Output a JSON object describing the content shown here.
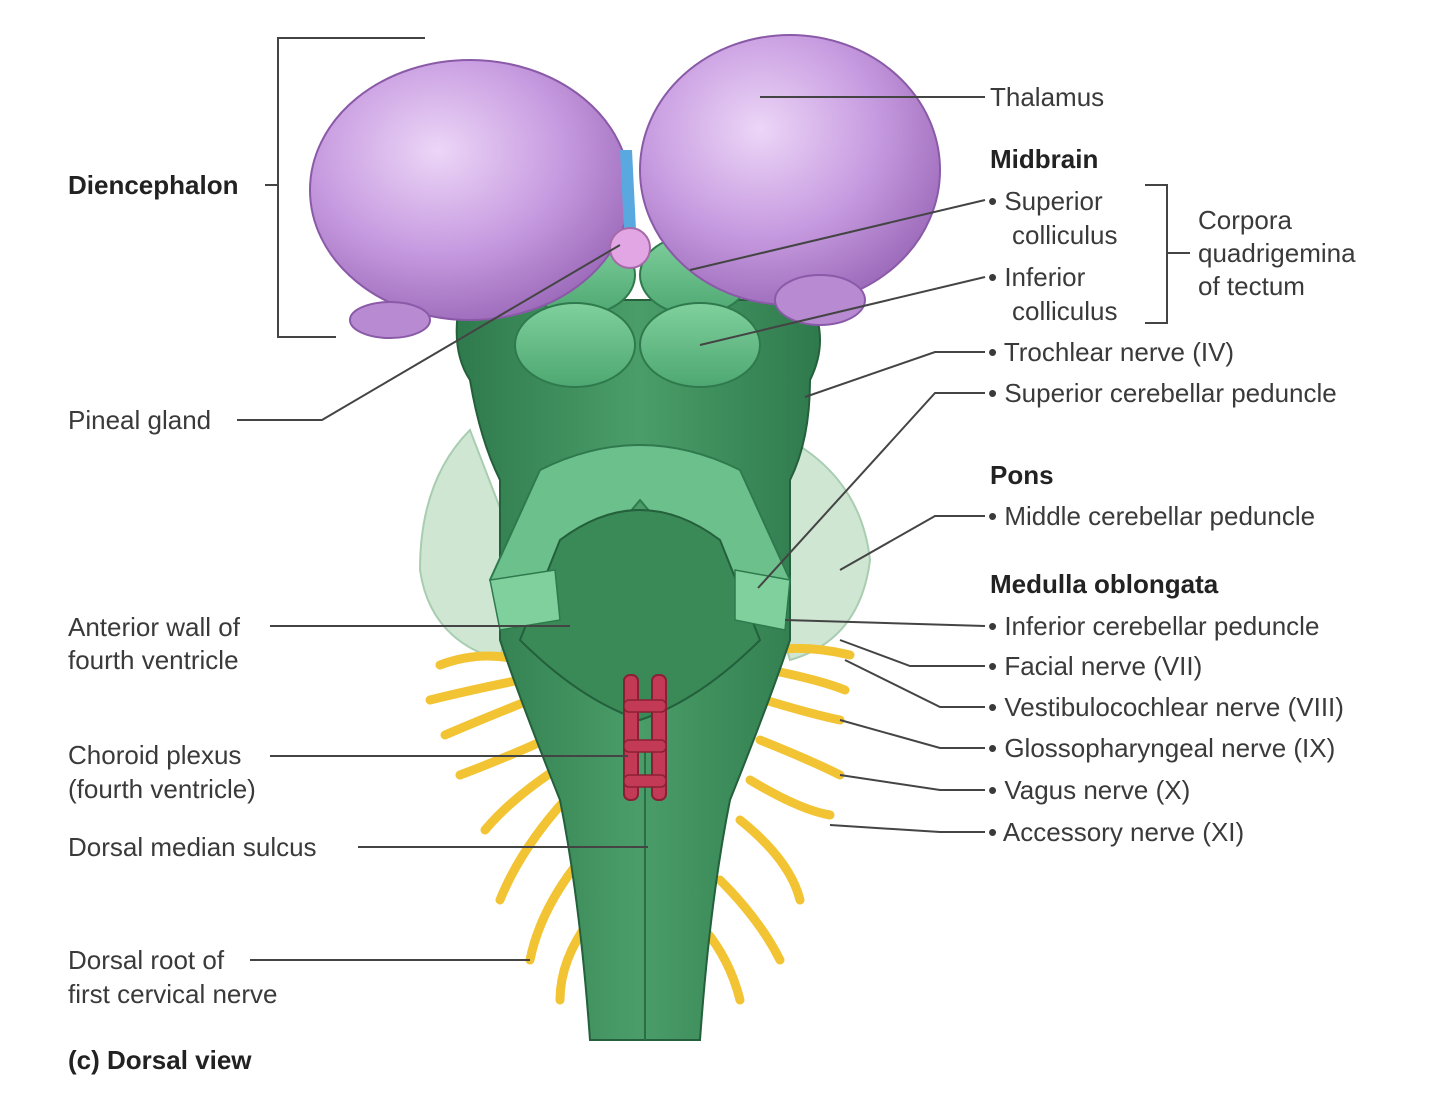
{
  "left_labels": {
    "diencephalon": "Diencephalon",
    "pineal_gland": "Pineal gland",
    "anterior_wall_1": "Anterior wall of",
    "anterior_wall_2": "fourth ventricle",
    "choroid_plexus_1": "Choroid plexus",
    "choroid_plexus_2": "(fourth ventricle)",
    "dorsal_median_sulcus": "Dorsal median sulcus",
    "dorsal_root_1": "Dorsal root of",
    "dorsal_root_2": "first cervical nerve"
  },
  "right_labels": {
    "thalamus": "Thalamus",
    "midbrain": "Midbrain",
    "superior_colliculus_1": "Superior",
    "superior_colliculus_2": "colliculus",
    "inferior_colliculus_1": "Inferior",
    "inferior_colliculus_2": "colliculus",
    "corpora_1": "Corpora",
    "corpora_2": "quadrigemina",
    "corpora_3": "of tectum",
    "trochlear": "Trochlear nerve (IV)",
    "superior_cerebellar_peduncle": "Superior cerebellar peduncle",
    "pons": "Pons",
    "middle_cerebellar_peduncle": "Middle cerebellar peduncle",
    "medulla": "Medulla oblongata",
    "inferior_cerebellar_peduncle": "Inferior cerebellar peduncle",
    "facial": "Facial nerve (VII)",
    "vestibulocochlear": "Vestibulocochlear nerve (VIII)",
    "glossopharyngeal": "Glossopharyngeal nerve (IX)",
    "vagus": "Vagus nerve (X)",
    "accessory": "Accessory nerve (XI)"
  },
  "caption": "(c) Dorsal view",
  "colors": {
    "thalamus": "#c79be0",
    "brainstem": "#3f8f5f",
    "brainstem_light": "#6cc08c",
    "nerve": "#f2c433",
    "choroid": "#c23a55",
    "leader": "#444444"
  }
}
